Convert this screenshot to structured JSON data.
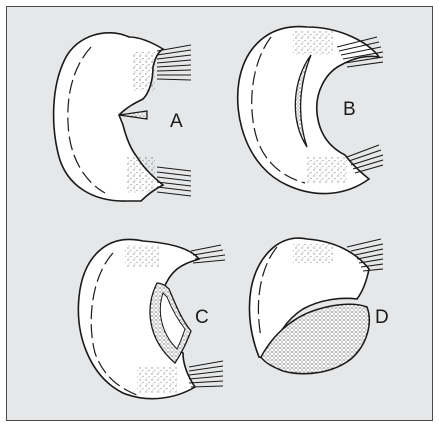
{
  "figure": {
    "panels": [
      {
        "id": "A",
        "label": "A"
      },
      {
        "id": "B",
        "label": "B"
      },
      {
        "id": "C",
        "label": "C"
      },
      {
        "id": "D",
        "label": "D"
      }
    ]
  },
  "colors": {
    "background": "#e6e7e8",
    "ink": "#1a1a1a",
    "frame": "#4a4a4a"
  }
}
